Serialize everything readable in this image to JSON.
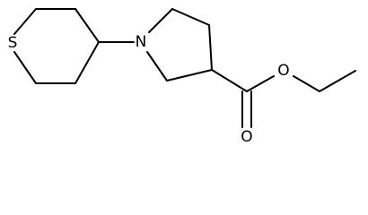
{
  "atoms": {
    "sulfur": "S",
    "nitrogen": "N",
    "ester_oxygen": "O",
    "carbonyl_oxygen": "O"
  },
  "colors": {
    "bond": "#000000",
    "label": "#000000",
    "background": "#ffffff"
  }
}
